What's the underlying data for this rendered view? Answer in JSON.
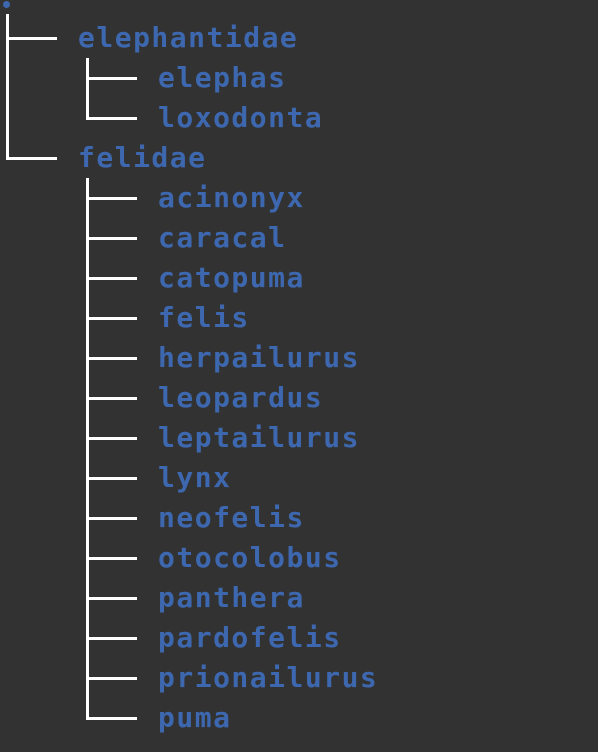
{
  "tree": {
    "root_symbol": "",
    "families": [
      {
        "name": "elephantidae",
        "genera": [
          "elephas",
          "loxodonta"
        ]
      },
      {
        "name": "felidae",
        "genera": [
          "acinonyx",
          "caracal",
          "catopuma",
          "felis",
          "herpailurus",
          "leopardus",
          "leptailurus",
          "lynx",
          "neofelis",
          "otocolobus",
          "panthera",
          "pardofelis",
          "prionailurus",
          "puma"
        ]
      }
    ]
  }
}
